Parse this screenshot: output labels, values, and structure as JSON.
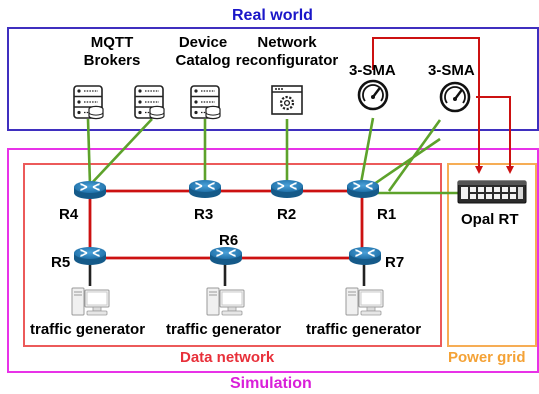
{
  "regions": {
    "real_world": "Real world",
    "simulation": "Simulation",
    "data_network": "Data network",
    "power_grid": "Power grid"
  },
  "devices": {
    "mqtt_line1": "MQTT",
    "mqtt_line2": "Brokers",
    "catalog_line1": "Device",
    "catalog_line2": "Catalog",
    "reconf_line1": "Network",
    "reconf_line2": "reconfigurator",
    "sma_1": "3-SMA",
    "sma_2": "3-SMA",
    "opal": "Opal RT"
  },
  "routers": {
    "r1": "R1",
    "r2": "R2",
    "r3": "R3",
    "r4": "R4",
    "r5": "R5",
    "r6": "R6",
    "r7": "R7"
  },
  "generators": {
    "tg1": "traffic generator",
    "tg2": "traffic generator",
    "tg3": "traffic generator"
  },
  "colors": {
    "real_world_border": "#3f2fbf",
    "real_world_text": "#1a16c8",
    "simulation_border": "#e832e8",
    "simulation_text": "#d91fd9",
    "data_network_border": "#ec5a5a",
    "data_network_text": "#e8303a",
    "power_grid_border": "#f6ad55",
    "power_grid_text": "#f4a236",
    "router": "#1f6fa8",
    "red_link": "#cc1111",
    "green_link": "#5da22b",
    "signal": "#cc1111"
  }
}
